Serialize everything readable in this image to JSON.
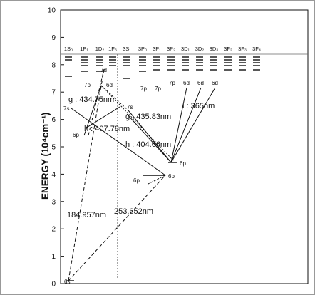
{
  "axis": {
    "ylabel": "ENERGY (10⁴cm⁻¹)",
    "ticks": [
      "0",
      "1",
      "2",
      "3",
      "4",
      "5",
      "6",
      "7",
      "8",
      "9",
      "10"
    ]
  },
  "columns": [
    "1S₀",
    "1P₁",
    "1D₂",
    "1F₃",
    "3S₁",
    "3P₀",
    "3P₁",
    "3P₂",
    "3D₁",
    "3D₂",
    "3D₃",
    "3F₂",
    "3F₃",
    "3F₄"
  ],
  "levels": {
    "l6s": "6s",
    "l6p_top": "6p",
    "l6p_mid": "6p",
    "l6p_low": "6p",
    "l6p_right": "6p",
    "l7s_left": "7s",
    "l7s_right": "7s",
    "l7p_left": "7p",
    "l7p_a": "7p",
    "l7p_b": "7p",
    "l7p_c": "7p",
    "l6d_left": "6d",
    "l6d_a": "6d",
    "l6d_b": "6d",
    "l6d_c": "6d",
    "l7d": "7d"
  },
  "transitions": {
    "g1": "g : 434.75nm",
    "h1": "h : 407.78nm",
    "g2": "g : 435.83nm",
    "h2": "h : 404.66nm",
    "i": "i : 365nm",
    "uv1": "184.957nm",
    "uv2": "253.652nm"
  }
}
